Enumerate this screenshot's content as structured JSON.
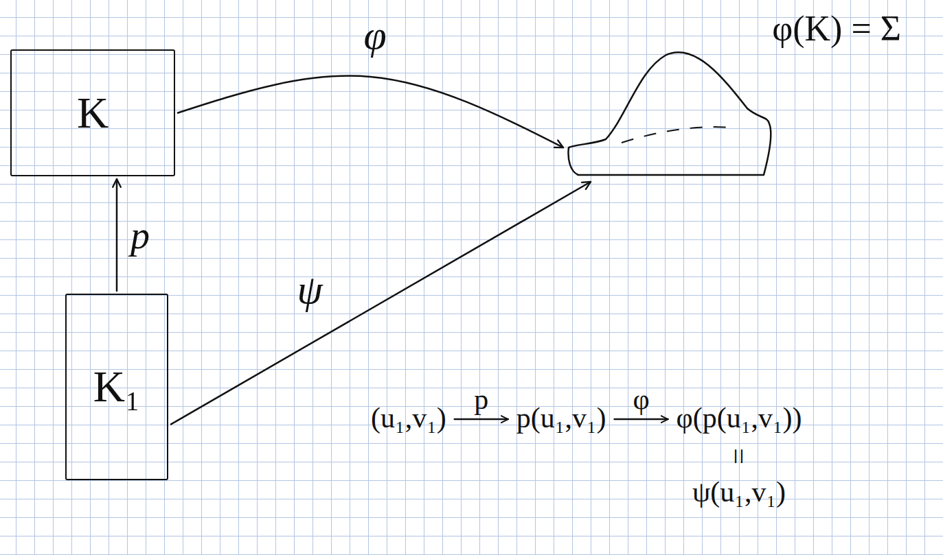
{
  "diagram": {
    "nodes": [
      {
        "text": [
          "K"
        ]
      },
      {
        "text": [
          "φ(K) = Σ"
        ]
      },
      {
        "text": [
          "K₁"
        ]
      }
    ],
    "edges": [
      {
        "from": 0,
        "to": 1,
        "label": "φ",
        "arrow": "to"
      },
      {
        "from": 2,
        "to": 0,
        "label": "p",
        "arrow": "to"
      },
      {
        "from": 2,
        "to": 1,
        "label": "ψ",
        "arrow": "to"
      }
    ],
    "labels": [
      "(u₁,v₁)",
      "p",
      "p(u₁,v₁)",
      "φ",
      "φ(p(u₁,v₁))",
      "=",
      "ψ(u₁,v₁)"
    ]
  }
}
